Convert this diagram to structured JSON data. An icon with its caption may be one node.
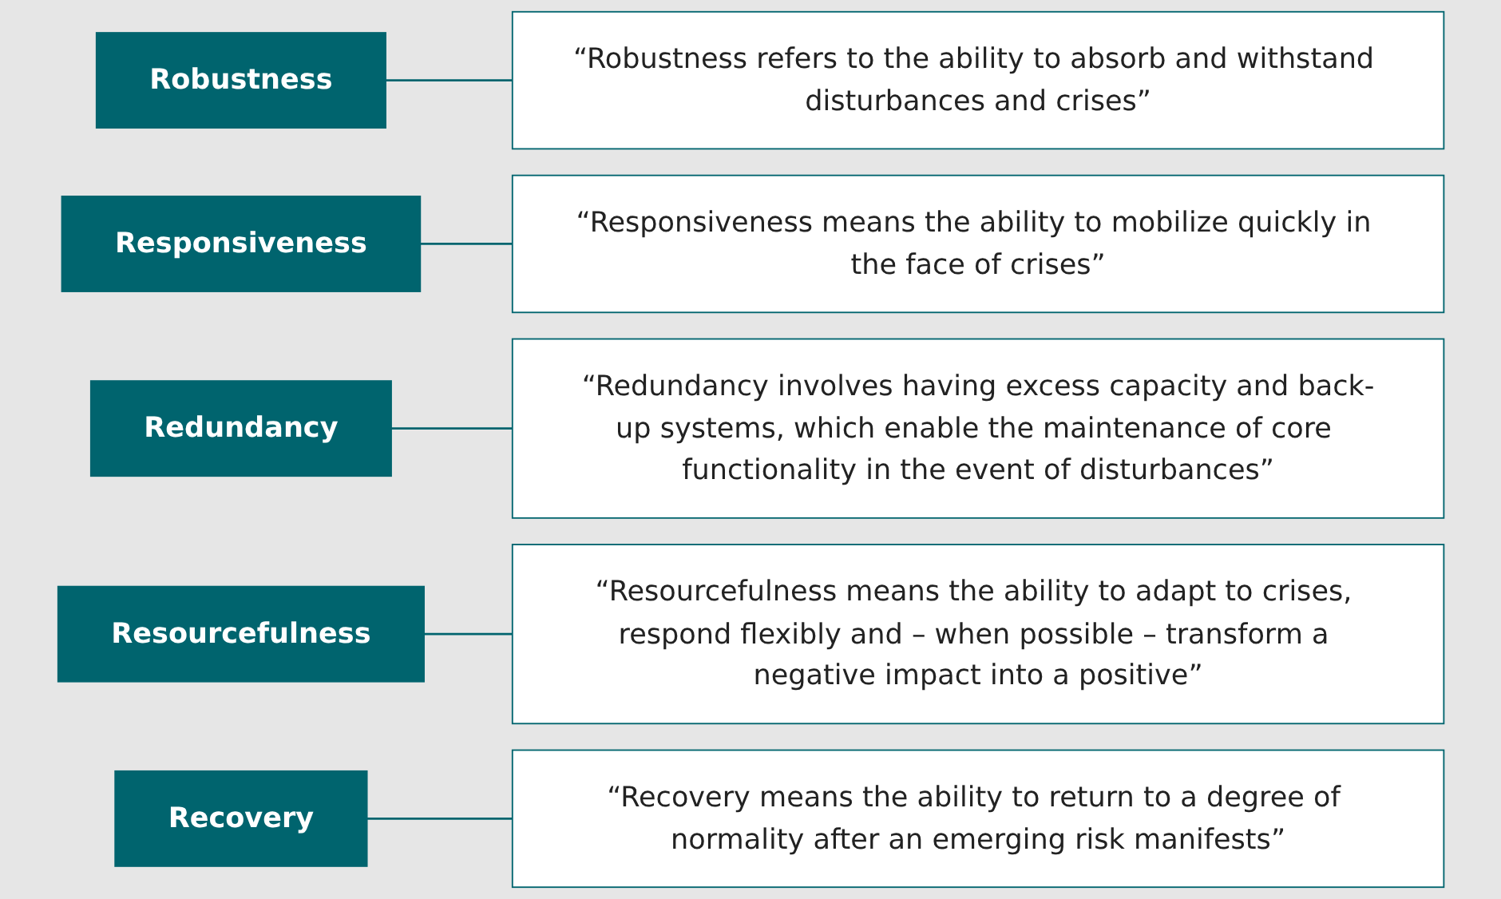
{
  "diagram": {
    "nodes": [
      {
        "text": [
          "Robustness"
        ]
      },
      {
        "text": [
          "“Robustness refers to the ability to absorb and withstand disturbances and crises”"
        ]
      },
      {
        "text": [
          "Responsiveness"
        ]
      },
      {
        "text": [
          "“Responsiveness means the ability to mobilize quickly in the face of crises”"
        ]
      },
      {
        "text": [
          "Redundancy"
        ]
      },
      {
        "text": [
          "“Redundancy involves having excess capacity and back-up systems, which enable the maintenance of core functionality in the event of disturbances”"
        ]
      },
      {
        "text": [
          "Resourcefulness"
        ]
      },
      {
        "text": [
          "“Resourcefulness means the ability to adapt to crises, respond flexibly and – when possible – transform a negative impact into a positive”"
        ]
      },
      {
        "text": [
          "Recovery"
        ]
      },
      {
        "text": [
          "“Recovery means the ability to return to a degree of normality after an emerging risk manifests”"
        ]
      }
    ],
    "edges": [
      {
        "from": 0,
        "to": 1,
        "arrow": "none"
      },
      {
        "from": 2,
        "to": 3,
        "arrow": "none"
      },
      {
        "from": 4,
        "to": 5,
        "arrow": "none"
      },
      {
        "from": 6,
        "to": 7,
        "arrow": "none"
      },
      {
        "from": 8,
        "to": 9,
        "arrow": "none"
      }
    ]
  }
}
